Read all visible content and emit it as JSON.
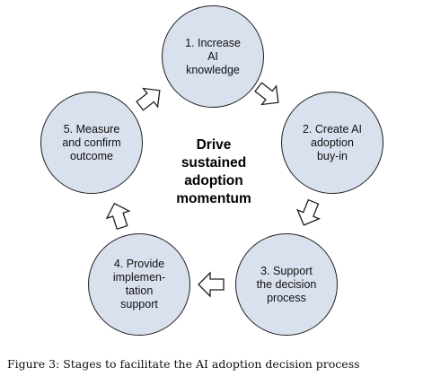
{
  "diagram": {
    "center_title": "Drive\nsustained\nadoption\nmomentum",
    "stages": [
      {
        "label": "1. Increase\nAI\nknowledge"
      },
      {
        "label": "2. Create AI\nadoption\nbuy-in"
      },
      {
        "label": "3. Support\nthe decision\nprocess"
      },
      {
        "label": "4. Provide\nimplemen-\ntation\nsupport"
      },
      {
        "label": "5. Measure\nand confirm\noutcome"
      }
    ],
    "colors": {
      "circle_fill": "#d9e0ee",
      "circle_stroke": "#1f1f1f",
      "arrow_fill": "#ffffff"
    }
  },
  "caption": "Figure 3: Stages to facilitate the AI adoption decision process"
}
